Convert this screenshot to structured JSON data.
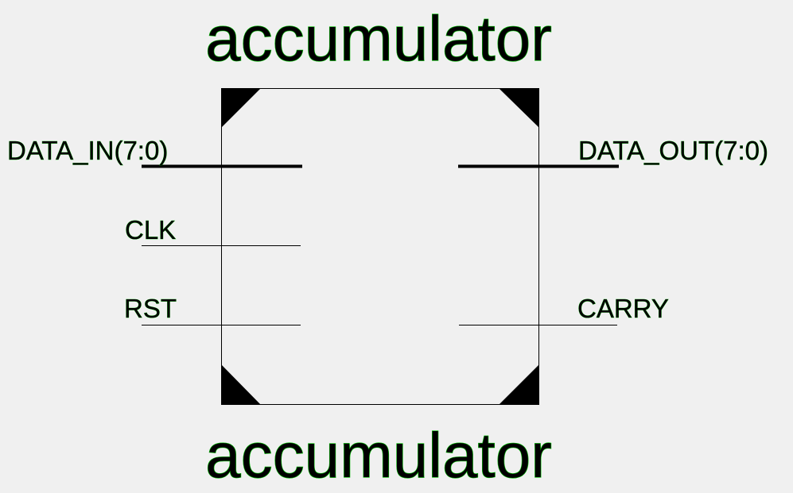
{
  "symbol": {
    "name_top": "accumulator",
    "name_bottom": "accumulator"
  },
  "pins": {
    "left": [
      {
        "label": "DATA_IN(7:0)",
        "bus": true
      },
      {
        "label": "CLK",
        "bus": false
      },
      {
        "label": "RST",
        "bus": false
      }
    ],
    "right": [
      {
        "label": "DATA_OUT(7:0)",
        "bus": true
      },
      {
        "label": "CARRY",
        "bus": false
      }
    ]
  },
  "colors": {
    "background": "#f0f0f0",
    "outline": "#000000",
    "text_glow": "#00c000"
  }
}
